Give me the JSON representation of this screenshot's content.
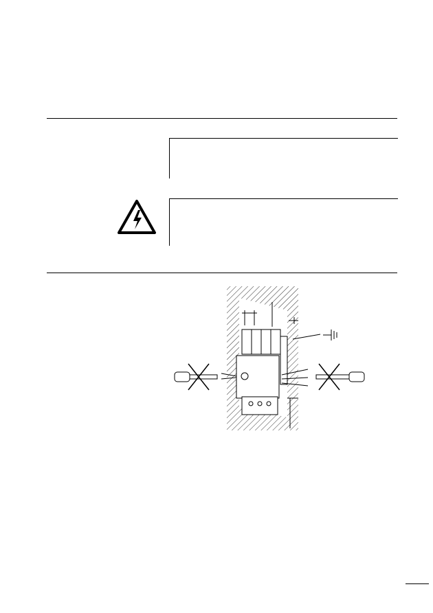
{
  "page": {
    "sections": [
      {
        "name": "section-1"
      },
      {
        "name": "section-2"
      }
    ],
    "notes": [
      {
        "type": "note",
        "text": ""
      },
      {
        "type": "warning",
        "icon": "electrical-hazard-icon",
        "text": ""
      }
    ],
    "figure": {
      "description_icons": [
        "mounting-clearance-diagram",
        "ground-symbol-icon",
        "screwdriver-icon"
      ]
    }
  }
}
